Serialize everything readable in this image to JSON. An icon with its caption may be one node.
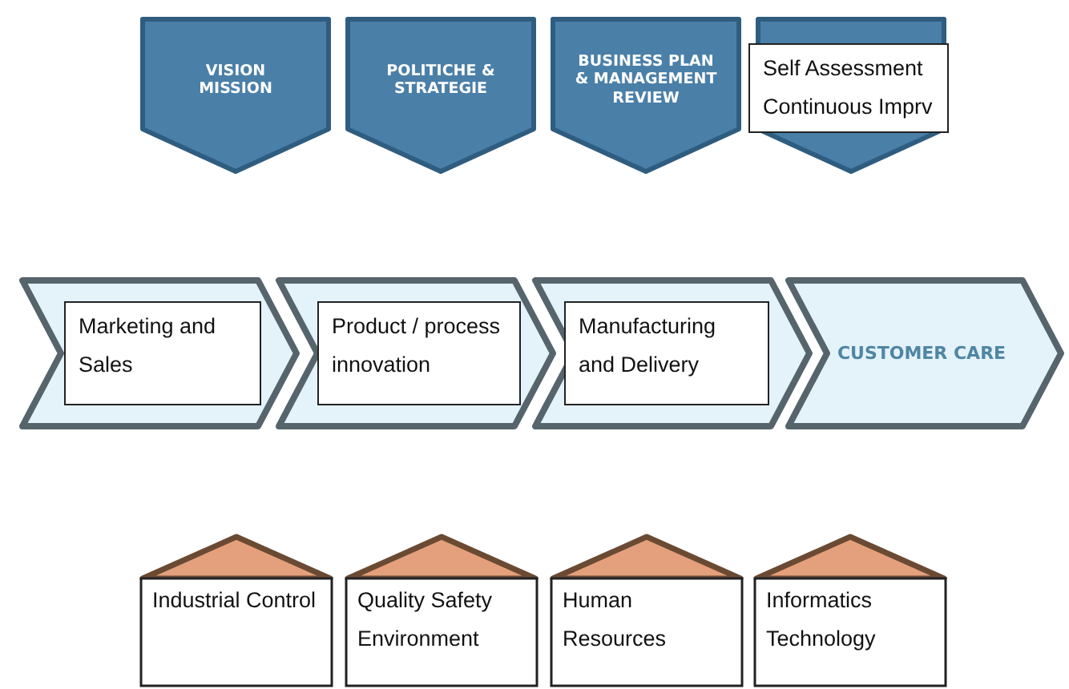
{
  "diagram": {
    "nodes": [
      {
        "text": [
          "VISION MISSION"
        ]
      },
      {
        "text": [
          "POLITICHE & STRATEGIE"
        ]
      },
      {
        "text": [
          "BUSINESS PLAN & MANAGEMENT REVIEW"
        ]
      },
      {
        "text": [
          "Self Assessment Continuous Imprv"
        ]
      },
      {
        "text": [
          "Marketing and Sales"
        ]
      },
      {
        "text": [
          "Product / process innovation"
        ]
      },
      {
        "text": [
          "Manufacturing and Delivery"
        ]
      },
      {
        "text": [
          "CUSTOMER CARE"
        ]
      },
      {
        "text": [
          "Industrial Control"
        ]
      },
      {
        "text": [
          "Quality Safety Environment"
        ]
      },
      {
        "text": [
          "Human Resources"
        ]
      },
      {
        "text": [
          "Informatics Technology"
        ]
      }
    ]
  }
}
